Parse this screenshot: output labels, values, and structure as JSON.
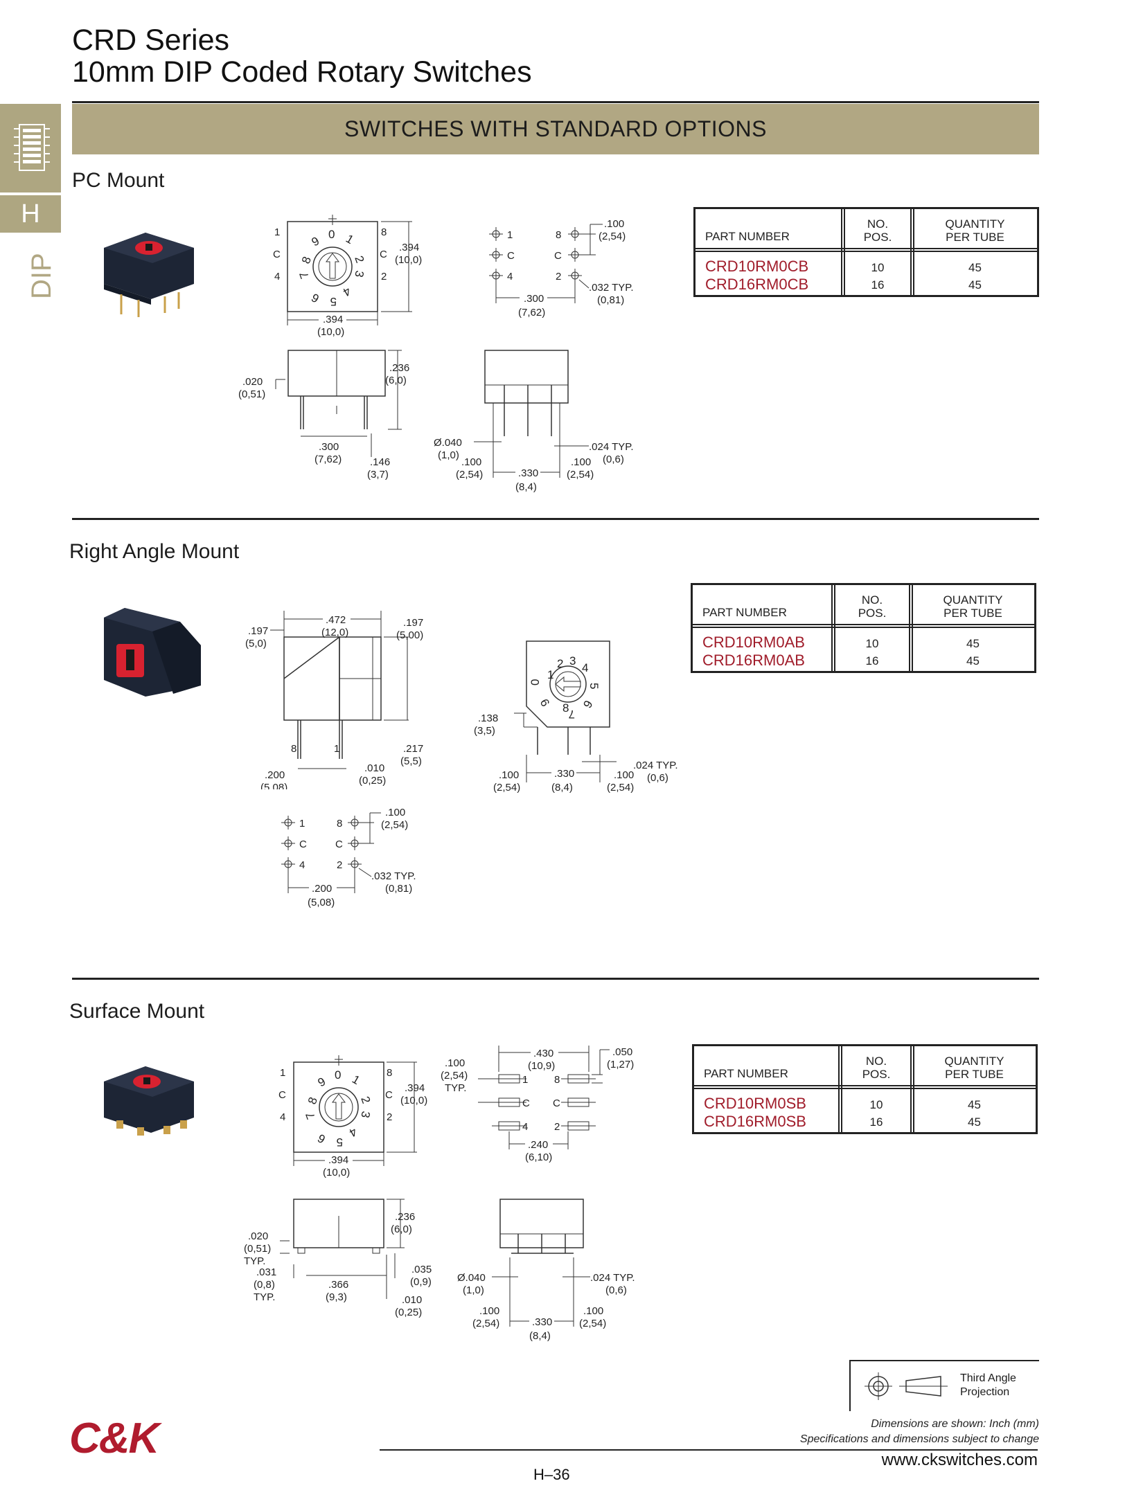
{
  "header": {
    "title_line1": "CRD Series",
    "title_line2": "10mm DIP Coded Rotary Switches"
  },
  "banner": {
    "text": "SWITCHES WITH STANDARD OPTIONS"
  },
  "side_tab": {
    "section_letter": "H",
    "category": "DIP",
    "color": "#b1a783"
  },
  "table_headers": {
    "part_number": "PART NUMBER",
    "no_pos_1": "NO.",
    "no_pos_2": "POS.",
    "qty_1": "QUANTITY",
    "qty_2": "PER TUBE"
  },
  "sections": {
    "pc_mount": {
      "title": "PC Mount",
      "parts": [
        {
          "part": "CRD10RM0CB",
          "pos": "10",
          "qty": "45"
        },
        {
          "part": "CRD16RM0CB",
          "pos": "16",
          "qty": "45"
        }
      ]
    },
    "right_angle": {
      "title": "Right Angle Mount",
      "parts": [
        {
          "part": "CRD10RM0AB",
          "pos": "10",
          "qty": "45"
        },
        {
          "part": "CRD16RM0AB",
          "pos": "16",
          "qty": "45"
        }
      ]
    },
    "surface": {
      "title": "Surface Mount",
      "parts": [
        {
          "part": "CRD10RM0SB",
          "pos": "10",
          "qty": "45"
        },
        {
          "part": "CRD16RM0SB",
          "pos": "16",
          "qty": "45"
        }
      ]
    }
  },
  "dims": {
    "d394": ".394",
    "d394mm": "(10,0)",
    "d100": ".100",
    "d100mm": "(2,54)",
    "d300": ".300",
    "d300mm": "(7,62)",
    "d032": ".032 TYP.",
    "d032mm": "(0,81)",
    "d020": ".020",
    "d020mm": "(0,51)",
    "d236": ".236",
    "d236mm": "(6,0)",
    "d146": ".146",
    "d146mm": "(3,7)",
    "d040": "Ø.040",
    "d040mm": "(1,0)",
    "d024": ".024 TYP.",
    "d024mm": "(0,6)",
    "d330": ".330",
    "d330mm": "(8,4)",
    "d472": ".472",
    "d472mm": "(12,0)",
    "d197": ".197",
    "d197mm": "(5,00)",
    "d197mmb": "(5,0)",
    "d217": ".217",
    "d217mm": "(5,5)",
    "d200": ".200",
    "d200mm": "(5,08)",
    "d010": ".010",
    "d010mm": "(0,25)",
    "d138": ".138",
    "d138mm": "(3,5)",
    "d430": ".430",
    "d430mm": "(10,9)",
    "d050": ".050",
    "d050mm": "(1,27)",
    "d240": ".240",
    "d240mm": "(6,10)",
    "typ": "TYP.",
    "d031": ".031",
    "d031mm": "(0,8)",
    "d366": ".366",
    "d366mm": "(9,3)",
    "d035": ".035",
    "d035mm": "(0,9)",
    "pin1": "1",
    "pin8": "8",
    "pinC": "C",
    "pin4": "4",
    "pin2": "2"
  },
  "dial": {
    "digits": [
      "0",
      "1",
      "2",
      "3",
      "4",
      "5",
      "6",
      "7",
      "8",
      "9"
    ]
  },
  "projection": {
    "line1": "Third Angle",
    "line2": "Projection"
  },
  "footer": {
    "note1": "Dimensions are shown: Inch (mm)",
    "note2": "Specifications and dimensions subject to change",
    "url": "www.ckswitches.com",
    "page": "H–36",
    "logo": "C&K",
    "logo_color": "#b01c2e"
  }
}
